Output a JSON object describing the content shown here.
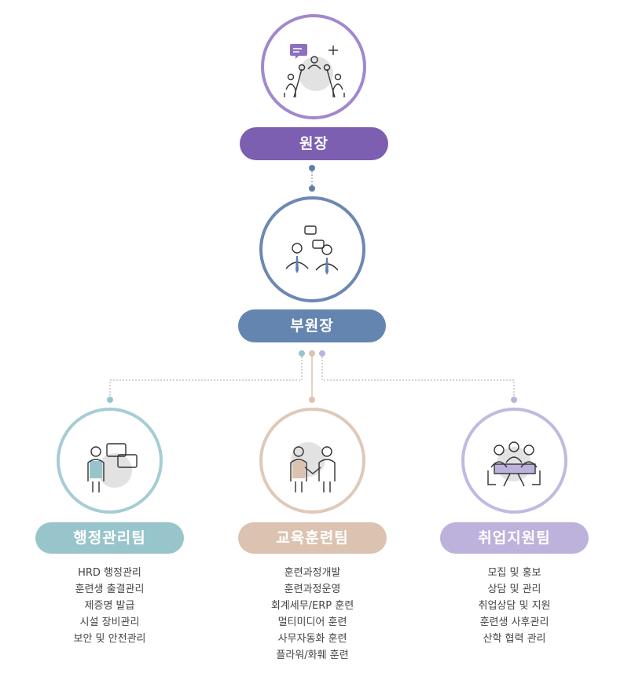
{
  "director": {
    "label": "원장",
    "color": "#7c5fb0"
  },
  "vice_director": {
    "label": "부원장",
    "color": "#5f7fad"
  },
  "teams": [
    {
      "label": "행정관리팀",
      "color": "#98c5cc",
      "items": [
        "HRD 행정관리",
        "훈련생 출결관리",
        "제증명 발급",
        "시설 장비관리",
        "보안 및 안전관리"
      ]
    },
    {
      "label": "교육훈련팀",
      "color": "#dcc3b1",
      "items": [
        "훈련과정개발",
        "훈련과정운영",
        "회계세무/ERP 훈련",
        "멀티미디어 훈련",
        "사무자동화 훈련",
        "플라워/화훼 훈련"
      ]
    },
    {
      "label": "취업지원팀",
      "color": "#bdb2dc",
      "items": [
        "모집 및 홍보",
        "상담 및 관리",
        "취업상담 및 지원",
        "훈련생 사후관리",
        "산학 협력 관리"
      ]
    }
  ],
  "icons": [
    "meeting-icon",
    "discussion-icon",
    "consultation-icon",
    "handshake-icon",
    "team-table-icon"
  ]
}
